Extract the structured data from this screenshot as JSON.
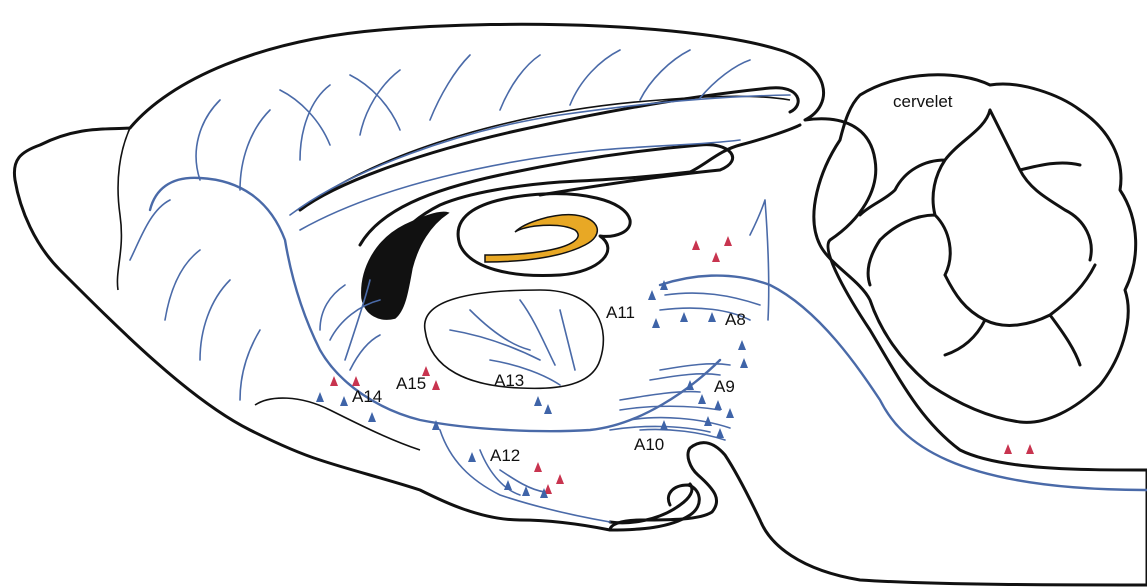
{
  "labels": {
    "cervelet": "cervelet",
    "a8": "A8",
    "a9": "A9",
    "a10": "A10",
    "a11": "A11",
    "a12": "A12",
    "a13": "A13",
    "a14": "A14",
    "a15": "A15"
  },
  "colors": {
    "outline": "#111111",
    "projection": "#4a6aa8",
    "marker_red": "#c8344f",
    "marker_blue": "#3f64a8",
    "hippocampus": "#e8a825",
    "ventricle": "#111111"
  }
}
